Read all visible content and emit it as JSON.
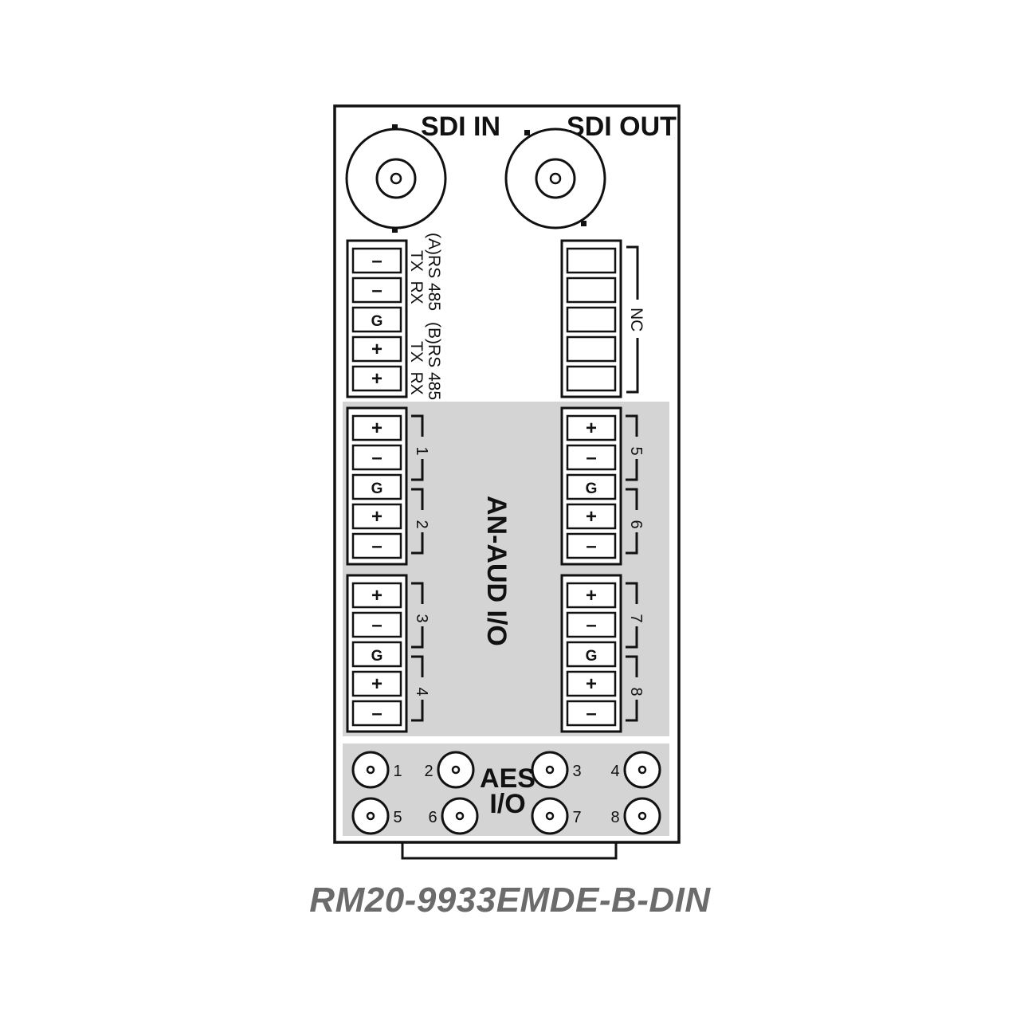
{
  "connectors": {
    "sdi_in_label": "SDI IN",
    "sdi_out_label": "SDI OUT"
  },
  "rs485_block": {
    "pins": [
      "–",
      "–",
      "G",
      "+",
      "+"
    ],
    "label_a": "(A)RS 485",
    "label_a_sub": "TX  RX",
    "label_b": "(B)RS 485",
    "label_b_sub": "TX  RX"
  },
  "nc_block": {
    "pins": [
      "",
      "",
      "",
      "",
      ""
    ],
    "label": "NC"
  },
  "analog_audio": {
    "section_label": "AN-AUD I/O",
    "blocks": [
      {
        "pins": [
          "+",
          "–",
          "G",
          "+",
          "–"
        ],
        "channels": [
          "1",
          "2"
        ]
      },
      {
        "pins": [
          "+",
          "–",
          "G",
          "+",
          "–"
        ],
        "channels": [
          "5",
          "6"
        ]
      },
      {
        "pins": [
          "+",
          "–",
          "G",
          "+",
          "–"
        ],
        "channels": [
          "3",
          "4"
        ]
      },
      {
        "pins": [
          "+",
          "–",
          "G",
          "+",
          "–"
        ],
        "channels": [
          "7",
          "8"
        ]
      }
    ]
  },
  "aes": {
    "label_line1": "AES",
    "label_line2": "I/O",
    "ports": [
      "1",
      "2",
      "3",
      "4",
      "5",
      "6",
      "7",
      "8"
    ]
  },
  "model": "RM20-9933EMDE-B-DIN",
  "colors": {
    "panel_fill": "#ffffff",
    "section_shade": "#d4d4d4",
    "outline": "#111111",
    "model_text": "#6b6b6b"
  }
}
